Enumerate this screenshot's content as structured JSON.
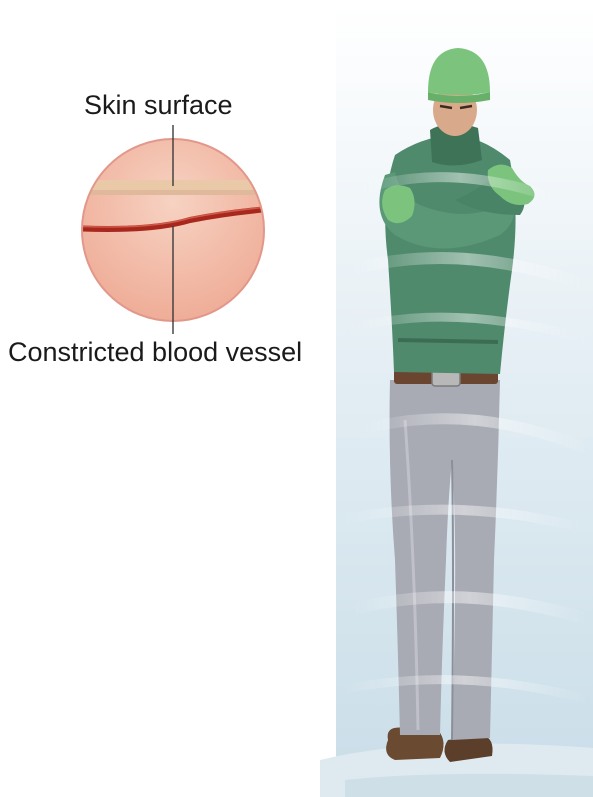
{
  "labels": {
    "skin_surface": "Skin surface",
    "constricted_vessel": "Constricted blood vessel"
  },
  "illustration": {
    "inset": "magnified skin cross-section with a narrowed blood vessel",
    "figure": "person shivering in cold wind, arms crossed, wearing green knit hat, green jacket, green gloves, grey jeans and brown boots"
  },
  "colors": {
    "skin_surface_band": "#e9c9a8",
    "skin_tissue": "#f0b8a4",
    "blood_vessel": "#a8281e",
    "inset_outline": "#e2978a",
    "jacket": "#4f8a6c",
    "hat_and_gloves": "#7cc47e",
    "jeans": "#a8aab4",
    "boots": "#6b4a32",
    "belt": "#6a4630",
    "cold_background": "#d6e6ee",
    "leader_line": "#3a3a3a"
  }
}
